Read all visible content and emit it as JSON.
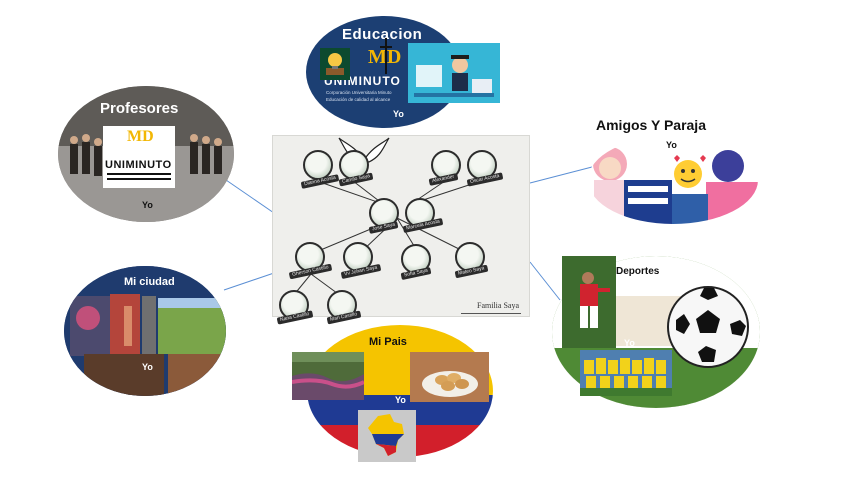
{
  "center": {
    "caption": "Familia Saya",
    "people": [
      "Dianna Acosta",
      "Camilo Saya",
      "Alexander",
      "Oscar Acosta",
      "Jose Saya",
      "Marcela Acosta",
      "Gherson Castillo",
      "Vv Johan Saya",
      "Sofia Saya",
      "Mateo Saya",
      "Nana Castillo",
      "Mari Castillo"
    ]
  },
  "bubbles": {
    "educacion": {
      "title": "Educacion",
      "logo": "MD",
      "brand": "UNIMINUTO",
      "sub1": "Corporación Universitaria Minuto",
      "sub2": "Educación de calidad al alcance",
      "yo": "Yo"
    },
    "profesores": {
      "title": "Profesores",
      "logo": "MD",
      "brand": "UNIMINUTO",
      "yo": "Yo"
    },
    "amigos": {
      "title": "Amigos Y Paraja",
      "yo": "Yo"
    },
    "ciudad": {
      "title": "Mi ciudad",
      "yo": "Yo"
    },
    "pais": {
      "title": "Mi Pais",
      "yo": "Yo"
    },
    "deportes": {
      "title": "Deportes",
      "yo": "Yo"
    }
  },
  "colors": {
    "edu_blue": "#1c3f73",
    "colombia_yellow": "#f5c400",
    "colombia_blue": "#1f3a93",
    "colombia_red": "#d21f2b",
    "uniminuto_gold": "#f2b705",
    "connector": "#5b8fd4"
  }
}
